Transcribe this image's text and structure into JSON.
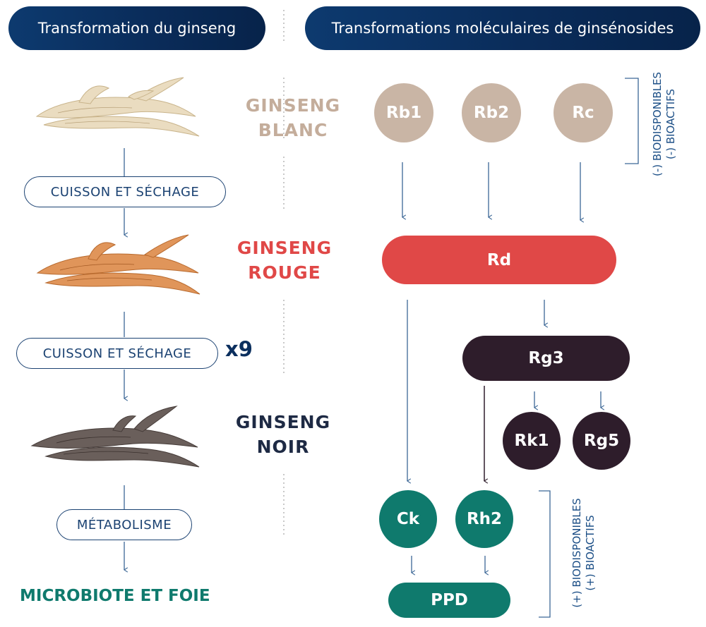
{
  "headers": {
    "left": "Transformation du ginseng",
    "right": "Transformations moléculaires de ginsénosides"
  },
  "process": {
    "step1": "CUISSON ET SÉCHAGE",
    "step2": "CUISSON ET SÉCHAGE",
    "step2_multiplier": "x9",
    "step3": "MÉTABOLISME",
    "final": "MICROBIOTE ET FOIE"
  },
  "stages": {
    "white": {
      "line1": "GINSENG",
      "line2": "BLANC"
    },
    "red": {
      "line1": "GINSENG",
      "line2": "ROUGE"
    },
    "black": {
      "line1": "GINSENG",
      "line2": "NOIR"
    }
  },
  "molecules": {
    "rb1": "Rb1",
    "rb2": "Rb2",
    "rc": "Rc",
    "rd": "Rd",
    "rg3": "Rg3",
    "rk1": "Rk1",
    "rg5": "Rg5",
    "ck": "Ck",
    "rh2": "Rh2",
    "ppd": "PPD"
  },
  "brackets": {
    "top": {
      "line1": "(-) BIODISPONIBLES",
      "line2": "(-) BIOACTIFS"
    },
    "bottom": {
      "line1": "(+) BIODISPONIBLES",
      "line2": "(+) BIOACTIFS"
    }
  },
  "colors": {
    "navy": "#0b2f5e",
    "beige": "#c9b5a5",
    "red": "#e04847",
    "dark_purple": "#2e1d2b",
    "teal": "#0f7a6d",
    "arrow_blue": "#3c6796"
  }
}
